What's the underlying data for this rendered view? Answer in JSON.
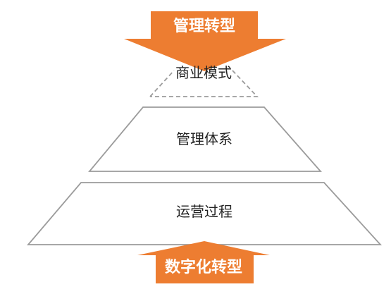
{
  "diagram": {
    "top_arrow": {
      "label": "管理转型",
      "direction": "down"
    },
    "bottom_arrow": {
      "label": "数字化转型",
      "direction": "up"
    },
    "layers": [
      {
        "label": "商业模式",
        "outline": "dashed"
      },
      {
        "label": "管理体系",
        "outline": "solid"
      },
      {
        "label": "运营过程",
        "outline": "solid"
      }
    ],
    "colors": {
      "arrow_fill": "#ED7D31",
      "arrow_text": "#FFFFFF",
      "layer_outline": "#9B9B9B",
      "layer_text": "#222222"
    }
  }
}
